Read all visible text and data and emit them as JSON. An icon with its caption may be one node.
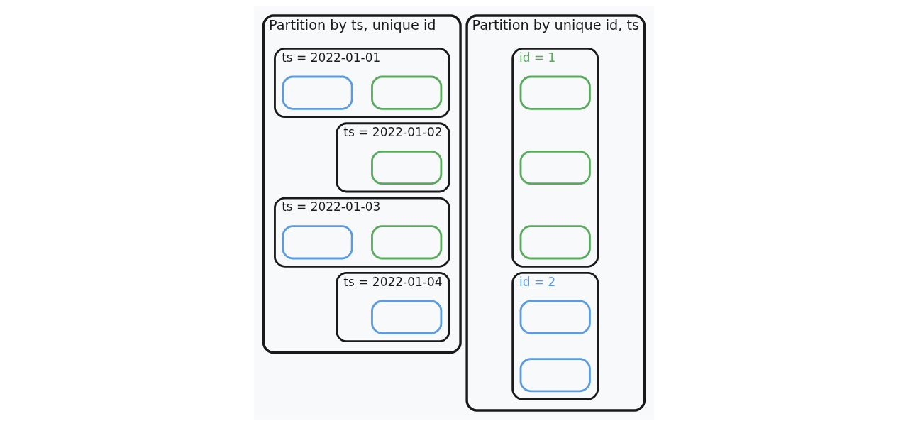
{
  "diagram": {
    "nodes": [
      {
        "text": [
          "Partition by ts, unique id"
        ]
      },
      {
        "text": [
          "ts = 2022-01-01"
        ],
        "in": 0
      },
      {
        "text": [],
        "shape": "box",
        "in": 1
      },
      {
        "text": [],
        "shape": "box",
        "in": 1
      },
      {
        "text": [
          "ts = 2022-01-02"
        ],
        "in": 0
      },
      {
        "text": [],
        "shape": "box",
        "in": 4
      },
      {
        "text": [
          "ts = 2022-01-03"
        ],
        "in": 0
      },
      {
        "text": [],
        "shape": "box",
        "in": 6
      },
      {
        "text": [],
        "shape": "box",
        "in": 6
      },
      {
        "text": [
          "ts = 2022-01-04"
        ],
        "in": 0
      },
      {
        "text": [],
        "shape": "box",
        "in": 9
      },
      {
        "text": [
          "Partition by unique id, ts"
        ]
      },
      {
        "text": [
          "id = 1"
        ],
        "in": 11
      },
      {
        "text": [],
        "shape": "box",
        "in": 12
      },
      {
        "text": [],
        "shape": "box",
        "in": 12
      },
      {
        "text": [],
        "shape": "box",
        "in": 12
      },
      {
        "text": [
          "id = 2"
        ],
        "in": 11
      },
      {
        "text": [],
        "shape": "box",
        "in": 16
      },
      {
        "text": [],
        "shape": "box",
        "in": 16
      }
    ],
    "edges": []
  }
}
